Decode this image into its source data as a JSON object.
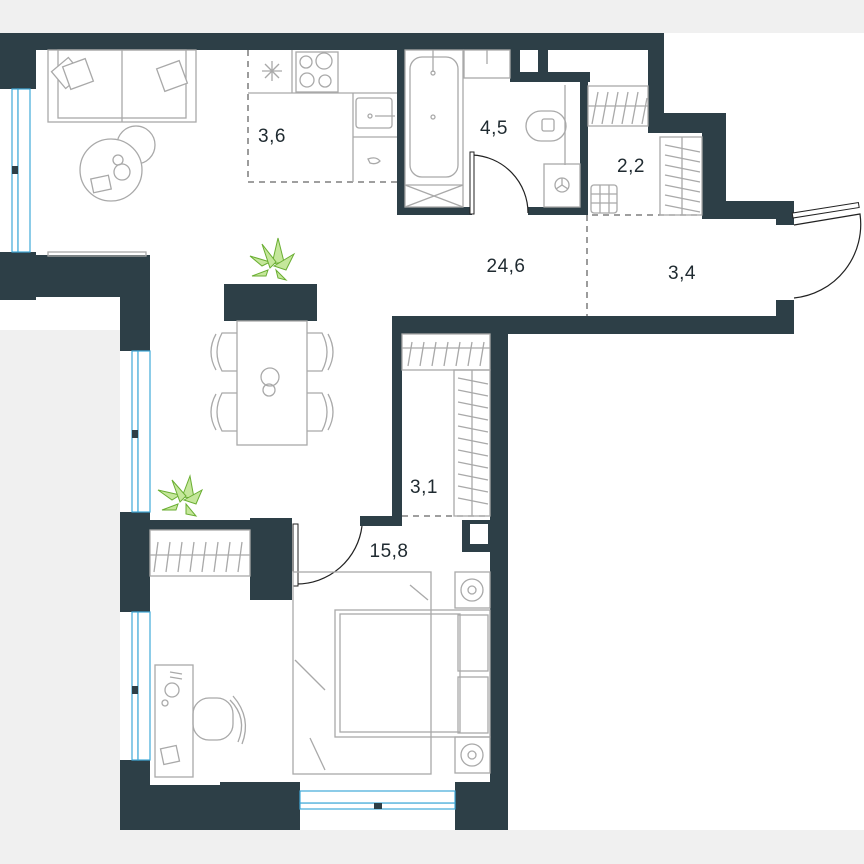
{
  "plan": {
    "type": "apartment floor plan",
    "background_color": "#f0f0f0",
    "floor_color": "#ffffff",
    "wall_color": "#2d3f47",
    "window_color": "#3fa9d8",
    "plant_color": "#7bc13f"
  },
  "rooms": [
    {
      "id": "kitchen",
      "label": "3,6",
      "area": 3.6
    },
    {
      "id": "bathroom",
      "label": "4,5",
      "area": 4.5
    },
    {
      "id": "storage",
      "label": "2,2",
      "area": 2.2
    },
    {
      "id": "living",
      "label": "24,6",
      "area": 24.6
    },
    {
      "id": "hallway",
      "label": "3,4",
      "area": 3.4
    },
    {
      "id": "wardrobe",
      "label": "3,1",
      "area": 3.1
    },
    {
      "id": "bedroom",
      "label": "15,8",
      "area": 15.8
    }
  ],
  "furniture": [
    "sofa",
    "round-coffee-table",
    "side-table",
    "tv-stand",
    "fridge",
    "cooktop",
    "kitchen-sink",
    "dishwasher",
    "bathtub",
    "bathroom-sink",
    "toilet",
    "washing-machine",
    "shelving",
    "dining-table",
    "dining-chairs",
    "double-bed",
    "nightstands",
    "desk",
    "office-chair",
    "plant"
  ]
}
